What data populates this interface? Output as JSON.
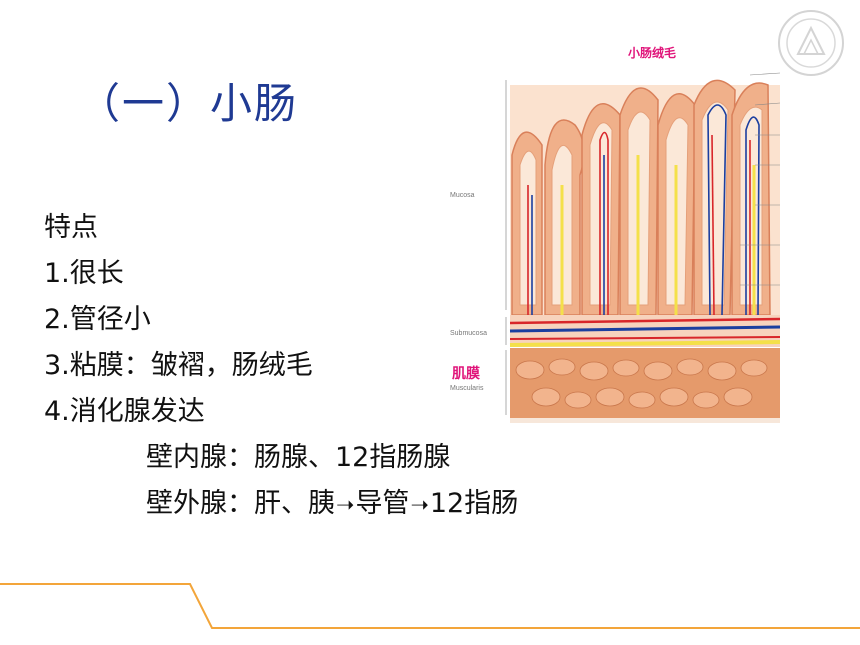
{
  "title": "（一）小肠",
  "features": {
    "heading": "特点",
    "items": [
      "1.很长",
      "2.管径小",
      "3.粘膜：皱褶，肠绒毛",
      "4.消化腺发达"
    ],
    "sub_items": [
      {
        "label": "壁内腺：肠腺、12指肠腺"
      },
      {
        "parts": [
          "壁外腺：肝、胰",
          "导管",
          "12指肠"
        ]
      }
    ]
  },
  "figure": {
    "label_villi": "小肠绒毛",
    "label_muscle": "肌膜",
    "label_mucosa": "Mucosa",
    "label_submucosa": "Submucosa",
    "label_muscularis": "Muscularis",
    "colors": {
      "villi": "#f0b08a",
      "villi_dark": "#d9805a",
      "artery": "#d8262a",
      "vein": "#1b3fa0",
      "lymph": "#f4e04a",
      "muscle": "#e59a6b",
      "label_pink": "#e0147a"
    }
  },
  "theme": {
    "title_color": "#1f3a93",
    "accent_line": "#f3a53a"
  }
}
